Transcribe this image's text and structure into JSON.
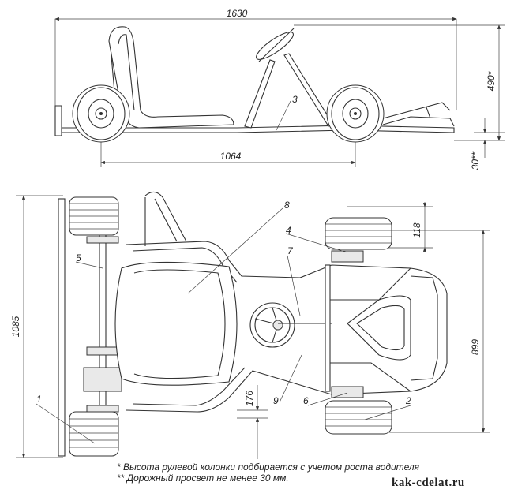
{
  "dimensions": {
    "overall_length": "1630",
    "height": "490*",
    "wheelbase": "1064",
    "ground_clearance": "30**",
    "overall_width": "1085",
    "rear_tire_offset": "118",
    "front_track": "899",
    "side_offset": "176"
  },
  "callouts": [
    "1",
    "2",
    "3",
    "4",
    "5",
    "6",
    "7",
    "8",
    "9"
  ],
  "notes": [
    "*  Высота рулевой колонки подбирается с учетом роста водителя",
    "** Дорожный просвет не менее 30 мм."
  ],
  "watermark": "kak-cdelat.ru"
}
